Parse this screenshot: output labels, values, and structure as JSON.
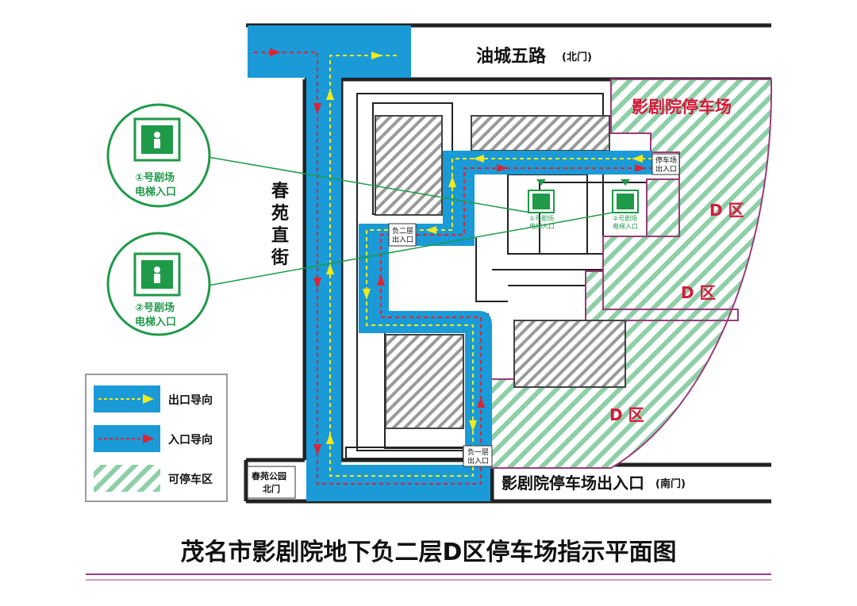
{
  "title": "茂名市影剧院地下负二层D区停车场指示平面图",
  "streets": {
    "north_road": "油城五路",
    "north_gate": "(北门)",
    "west_street": [
      "春",
      "苑",
      "直",
      "街"
    ],
    "south_exit": "影剧院停车场出入口",
    "south_gate": "(南门)",
    "park_gate": [
      "春苑公园",
      "北门"
    ]
  },
  "areas": {
    "cinema_parking": "影剧院停车场",
    "zone_label": "D 区"
  },
  "signs": {
    "parking_exit": [
      "停车场",
      "出入口"
    ],
    "b2_exit": [
      "负二层",
      "出入口"
    ],
    "b1_exit": [
      "负一层",
      "出入口"
    ]
  },
  "elevators": {
    "elevator_1": [
      "①号剧场",
      "电梯入口"
    ],
    "elevator_2": [
      "②号剧场",
      "电梯入口"
    ]
  },
  "legend": {
    "exit": "出口导向",
    "entry": "入口导向",
    "parking": "可停车区"
  },
  "colors": {
    "route_blue": "#1a9ad6",
    "exit_arrow": "#f3ea1a",
    "entry_arrow": "#e02232",
    "parking_green": "#7ac59a",
    "elevator_green": "#1f9a48",
    "boundary_purple": "#9b3b7a",
    "title_red": "#d8183a"
  }
}
